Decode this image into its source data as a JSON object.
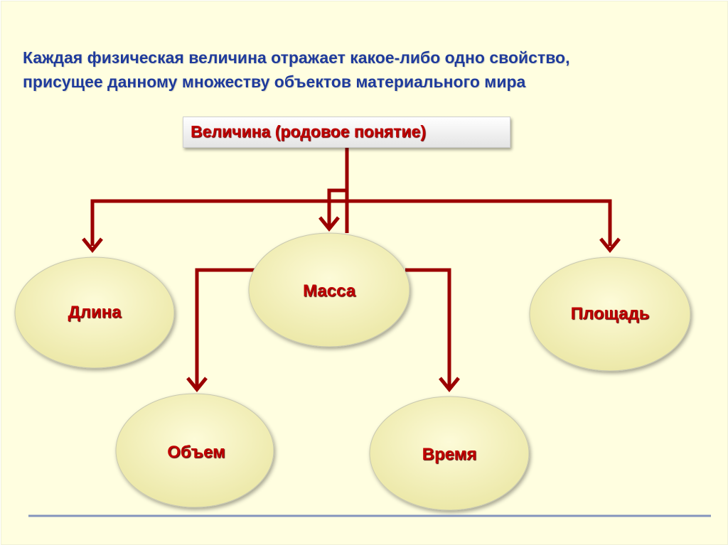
{
  "title": {
    "line1": "Каждая физическая величина отражает какое-либо одно свойство,",
    "line2": "присущее данному множеству объектов материального мира"
  },
  "root": {
    "label": "Величина (родовое понятие)"
  },
  "nodes": {
    "length": "Длина",
    "mass": "Масса",
    "area": "Площадь",
    "volume": "Объем",
    "time": "Время"
  },
  "colors": {
    "background": "#fffee0",
    "title": "#1f3b9c",
    "text": "#c00000",
    "connector": "#9b0000",
    "ellipse": "#f5f2c0"
  }
}
